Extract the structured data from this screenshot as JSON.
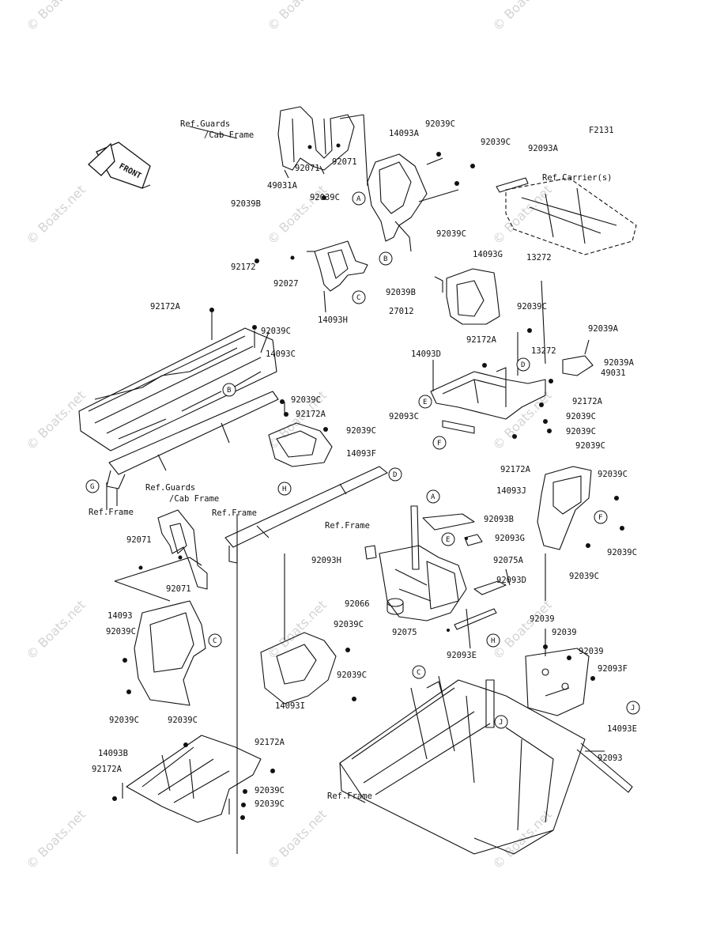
{
  "figure_code": "F2131",
  "front_arrow": "FRONT",
  "watermark": "© Boats.net",
  "ref_labels": {
    "guards_top": [
      "Ref.Guards",
      "/Cab Frame"
    ],
    "carrier": "Ref.Carrier(s)",
    "frame_g": "Ref.Frame",
    "guards_left": [
      "Ref.Guards",
      "/Cab Frame"
    ],
    "frame_mid": "Ref.Frame",
    "frame_a": "Ref.Frame",
    "frame_bottom": "Ref.Frame"
  },
  "parts": [
    {
      "id": "p1",
      "text": "14093A"
    },
    {
      "id": "p2",
      "text": "92039C"
    },
    {
      "id": "p3",
      "text": "92039C"
    },
    {
      "id": "p4",
      "text": "92093A"
    },
    {
      "id": "p5",
      "text": "92071"
    },
    {
      "id": "p6",
      "text": "92071"
    },
    {
      "id": "p7",
      "text": "49031A"
    },
    {
      "id": "p8",
      "text": "92039C"
    },
    {
      "id": "p9",
      "text": "92039B"
    },
    {
      "id": "p10",
      "text": "92039C"
    },
    {
      "id": "p11",
      "text": "92172"
    },
    {
      "id": "p12",
      "text": "92027"
    },
    {
      "id": "p13",
      "text": "14093H"
    },
    {
      "id": "p14",
      "text": "14093G"
    },
    {
      "id": "p15",
      "text": "13272"
    },
    {
      "id": "p16",
      "text": "92039B"
    },
    {
      "id": "p17",
      "text": "27012"
    },
    {
      "id": "p18",
      "text": "92172A"
    },
    {
      "id": "p19",
      "text": "92039C"
    },
    {
      "id": "p20",
      "text": "14093C"
    },
    {
      "id": "p21",
      "text": "92039C"
    },
    {
      "id": "p22",
      "text": "92039A"
    },
    {
      "id": "p23",
      "text": "14093D"
    },
    {
      "id": "p24",
      "text": "92172A"
    },
    {
      "id": "p25",
      "text": "13272"
    },
    {
      "id": "p26",
      "text": "92039A"
    },
    {
      "id": "p27",
      "text": "49031"
    },
    {
      "id": "p28",
      "text": "92172A"
    },
    {
      "id": "p29",
      "text": "92039C"
    },
    {
      "id": "p30",
      "text": "92172A"
    },
    {
      "id": "p31",
      "text": "92093C"
    },
    {
      "id": "p32",
      "text": "92039C"
    },
    {
      "id": "p33",
      "text": "92039C"
    },
    {
      "id": "p34",
      "text": "92039C"
    },
    {
      "id": "p35",
      "text": "14093F"
    },
    {
      "id": "p36",
      "text": "92172A"
    },
    {
      "id": "p37",
      "text": "14093J"
    },
    {
      "id": "p38",
      "text": "92039C"
    },
    {
      "id": "p39",
      "text": "92093B"
    },
    {
      "id": "p40",
      "text": "92093G"
    },
    {
      "id": "p41",
      "text": "92039C"
    },
    {
      "id": "p42",
      "text": "92071"
    },
    {
      "id": "p43",
      "text": "92071"
    },
    {
      "id": "p44",
      "text": "92093H"
    },
    {
      "id": "p45",
      "text": "92075A"
    },
    {
      "id": "p46",
      "text": "92093D"
    },
    {
      "id": "p47",
      "text": "92039C"
    },
    {
      "id": "p48",
      "text": "14093"
    },
    {
      "id": "p49",
      "text": "92039C"
    },
    {
      "id": "p50",
      "text": "92066"
    },
    {
      "id": "p51",
      "text": "92039C"
    },
    {
      "id": "p52",
      "text": "92075"
    },
    {
      "id": "p53",
      "text": "92093E"
    },
    {
      "id": "p54",
      "text": "92039C"
    },
    {
      "id": "p55",
      "text": "92039"
    },
    {
      "id": "p56",
      "text": "92039"
    },
    {
      "id": "p57",
      "text": "92039"
    },
    {
      "id": "p58",
      "text": "92093F"
    },
    {
      "id": "p59",
      "text": "14093I"
    },
    {
      "id": "p60",
      "text": "92039C"
    },
    {
      "id": "p61",
      "text": "92039C"
    },
    {
      "id": "p62",
      "text": "14093E"
    },
    {
      "id": "p63",
      "text": "14093B"
    },
    {
      "id": "p64",
      "text": "92172A"
    },
    {
      "id": "p65",
      "text": "92093"
    },
    {
      "id": "p66",
      "text": "92172A"
    },
    {
      "id": "p67",
      "text": "92039C"
    },
    {
      "id": "p68",
      "text": "92039C"
    },
    {
      "id": "p69",
      "text": "92039C"
    }
  ],
  "callouts": [
    {
      "id": "c1",
      "text": "A"
    },
    {
      "id": "c2",
      "text": "B"
    },
    {
      "id": "c3",
      "text": "C"
    },
    {
      "id": "c4",
      "text": "B"
    },
    {
      "id": "c5",
      "text": "D"
    },
    {
      "id": "c6",
      "text": "E"
    },
    {
      "id": "c7",
      "text": "F"
    },
    {
      "id": "c8",
      "text": "G"
    },
    {
      "id": "c9",
      "text": "H"
    },
    {
      "id": "c10",
      "text": "D"
    },
    {
      "id": "c11",
      "text": "A"
    },
    {
      "id": "c12",
      "text": "F"
    },
    {
      "id": "c13",
      "text": "E"
    },
    {
      "id": "c14",
      "text": "C"
    },
    {
      "id": "c15",
      "text": "H"
    },
    {
      "id": "c16",
      "text": "C"
    },
    {
      "id": "c17",
      "text": "J"
    },
    {
      "id": "c18",
      "text": "J"
    }
  ]
}
